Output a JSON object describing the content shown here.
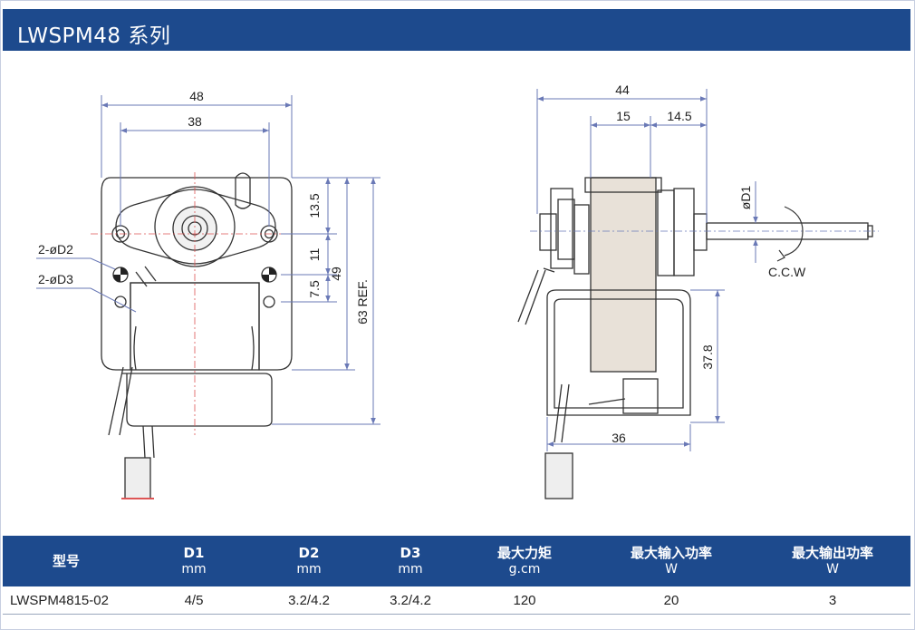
{
  "header": {
    "title": "LWSPM48 系列"
  },
  "drawing": {
    "front_view": {
      "dims": {
        "width_48": "48",
        "hole_38": "38",
        "d_13_5": "13.5",
        "d_11": "11",
        "d_7_5": "7.5",
        "d_49": "49",
        "d_63": "63 REF."
      },
      "labels": {
        "d2": "2-øD2",
        "d3": "2-øD3"
      }
    },
    "side_view": {
      "dims": {
        "width_44": "44",
        "d_15": "15",
        "d_14_5": "14.5",
        "d_37_8": "37.8",
        "d_36": "36",
        "shaft_d1": "øD1"
      },
      "rotation_label": "C.C.W"
    }
  },
  "table": {
    "headers": [
      {
        "label": "型号",
        "unit": ""
      },
      {
        "label": "D1",
        "unit": "mm"
      },
      {
        "label": "D2",
        "unit": "mm"
      },
      {
        "label": "D3",
        "unit": "mm"
      },
      {
        "label": "最大力矩",
        "unit": "g.cm"
      },
      {
        "label": "最大输入功率",
        "unit": "W"
      },
      {
        "label": "最大输出功率",
        "unit": "W"
      }
    ],
    "rows": [
      [
        "LWSPM4815-02",
        "4/5",
        "3.2/4.2",
        "3.2/4.2",
        "120",
        "20",
        "3"
      ]
    ]
  },
  "colors": {
    "accent": "#1d4a8d",
    "dimension_line": "#6a79b6",
    "motor_outline": "#333333",
    "motor_coil": "#e8e1d8"
  }
}
